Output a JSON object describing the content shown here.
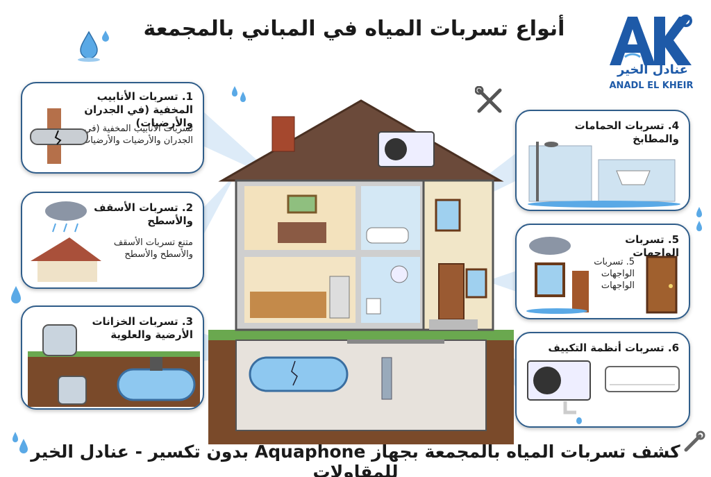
{
  "title": "أنواع تسربات المياه في المباني بالمجمعة",
  "footer": "كشف تسربات المياه بالمجمعة بجهاز Aquaphone بدون تكسير - عنادل الخير للمقاولات",
  "logo": {
    "mark": "AK",
    "name_ar": "عنادل الخير",
    "name_en": "ANADL EL KHEIR"
  },
  "colors": {
    "brand": "#1e5aa8",
    "card_border": "#2f5d8a",
    "water": "#5aa9e6"
  },
  "cards": [
    {
      "title": "1. تسربات الأنابيب المخفية (في الجدران والأرضيات)",
      "desc": "تسربات الأنابيب المخفية (في الجدران والأرضيات والأرضيات"
    },
    {
      "title": "2. تسربات الأسقف والأسطح",
      "desc": "متنع تسربات الأسقف والأسطح والأسطح"
    },
    {
      "title": "3. تسربات الخزانات الأرضية والعلوية",
      "desc": ""
    },
    {
      "title": "4. تسربات الحمامات والمطابخ",
      "desc": ""
    },
    {
      "title": "5. تسربات الواجهات",
      "desc": "5. تسربات الواجهات الواجهات"
    },
    {
      "title": "6. تسربات أنظمة التكييف",
      "desc": ""
    }
  ]
}
